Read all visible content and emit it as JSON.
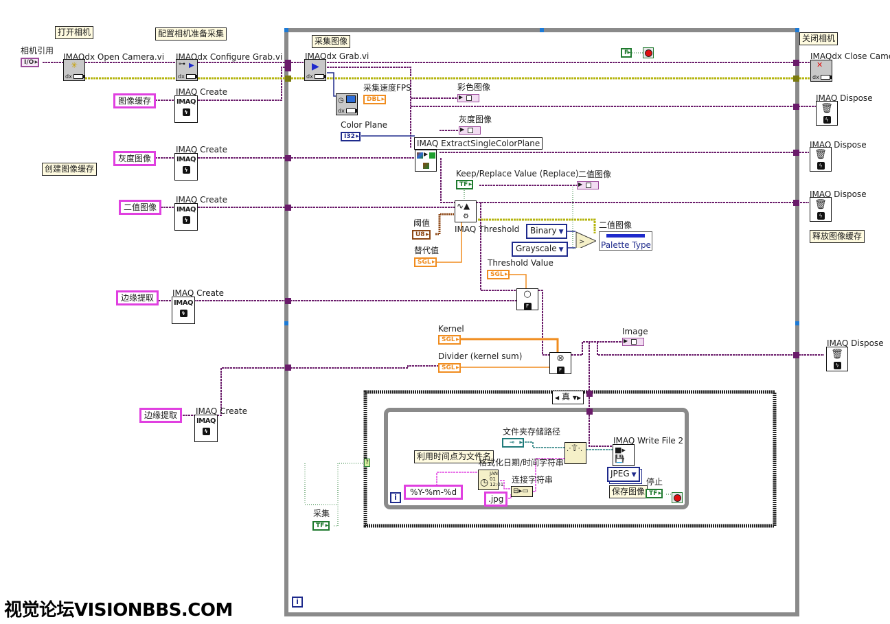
{
  "notes": {
    "open_camera": "打开相机",
    "configure_grab": "配置相机准备采集",
    "create_buffers": "创建图像缓存",
    "grab_image": "采集图像",
    "close_camera": "关闭相机",
    "release_buffers": "释放图像缓存",
    "timestamp_filename": "利用时间点为文件名",
    "save_image": "保存图像"
  },
  "controls": {
    "camera_ref_label": "相机引用",
    "camera_ref_type": "I/O",
    "buffer_names": [
      "图像缓存",
      "灰度图像",
      "二值图像",
      "边缘提取",
      "边缘提取"
    ],
    "threshold_label": "阈值",
    "threshold_type": "U8",
    "replace_label": "替代值",
    "replace_type": "SGL",
    "keep_replace_label": "Keep/Replace Value (Replace)",
    "keep_replace_type": "TF",
    "color_plane_label": "Color Plane",
    "color_plane_type": "I32",
    "threshold_value_label": "Threshold Value",
    "threshold_value_type": "SGL",
    "kernel_label": "Kernel",
    "kernel_type": "SGL",
    "divider_label": "Divider (kernel sum)",
    "divider_type": "SGL",
    "acquire_label": "采集",
    "acquire_type": "TF",
    "folder_path_label": "文件夹存储路径",
    "stop_label": "停止",
    "stop_type": "TF",
    "false_const": "F"
  },
  "indicators": {
    "fps_label": "采集速度FPS",
    "fps_type": "DBL",
    "color_image": "彩色图像",
    "gray_image": "灰度图像",
    "binary_image": "二值图像",
    "binary_image_2": "二值图像",
    "image": "Image",
    "palette_type": "Palette Type"
  },
  "nodes": {
    "open_camera": "IMAQdx Open Camera.vi",
    "configure_grab": "IMAQdx Configure Grab.vi",
    "grab": "IMAQdx Grab.vi",
    "close_camera": "IMAQdx Close Camera.vi",
    "imaq_create": "IMAQ Create",
    "imaq_dispose": "IMAQ Dispose",
    "extract_plane": "IMAQ ExtractSingleColorPlane",
    "threshold": "IMAQ Threshold",
    "write_file": "IMAQ Write File 2",
    "format_datetime": "格式化日期/时间字符串",
    "concat_strings": "连接字符串",
    "imaq_glyph": "IMAQ"
  },
  "rings": {
    "binary": "Binary",
    "grayscale": "Grayscale",
    "file_type": "JPEG"
  },
  "constants": {
    "date_format": "%Y-%m-%d",
    "extension": ".jpg"
  },
  "case_structure": {
    "selector": "真"
  },
  "loops": {
    "iteration_glyph": "i"
  },
  "watermark": "视觉论坛VISIONBBS.COM",
  "colors": {
    "image_wire": "#6a1b6a",
    "ref_wire": "#b5b50f",
    "loop_border": "#8a8a8a",
    "string_const": "#e040e0",
    "numeric_orange": "#f08c1e",
    "boolean_green": "#1f7a2e",
    "enum_blue": "#1e2a8c"
  }
}
